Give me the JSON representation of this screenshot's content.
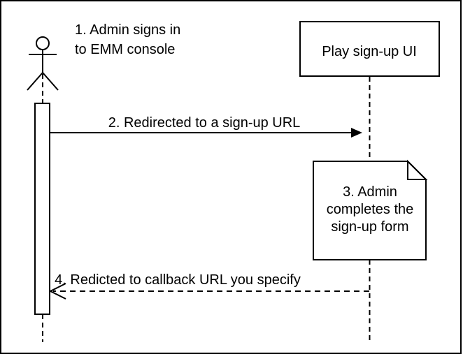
{
  "diagram_type": "sequence-diagram",
  "colors": {
    "stroke": "#000000",
    "background": "#ffffff",
    "note_fold_fill": "#f2f2f2"
  },
  "actor": {
    "label": {
      "line1": "1. Admin signs in",
      "line2": "to EMM console"
    }
  },
  "participant": {
    "label": "Play sign-up UI"
  },
  "messages": [
    {
      "label": "2. Redirected to a sign-up URL",
      "line_style": "solid",
      "arrowhead": "filled",
      "direction": "left-to-right"
    },
    {
      "label": "4. Redicted to callback URL you specify",
      "line_style": "dashed",
      "arrowhead": "open",
      "direction": "right-to-left"
    }
  ],
  "note": {
    "label": {
      "line1": "3. Admin",
      "line2": "completes the",
      "line3": "sign-up form"
    }
  }
}
